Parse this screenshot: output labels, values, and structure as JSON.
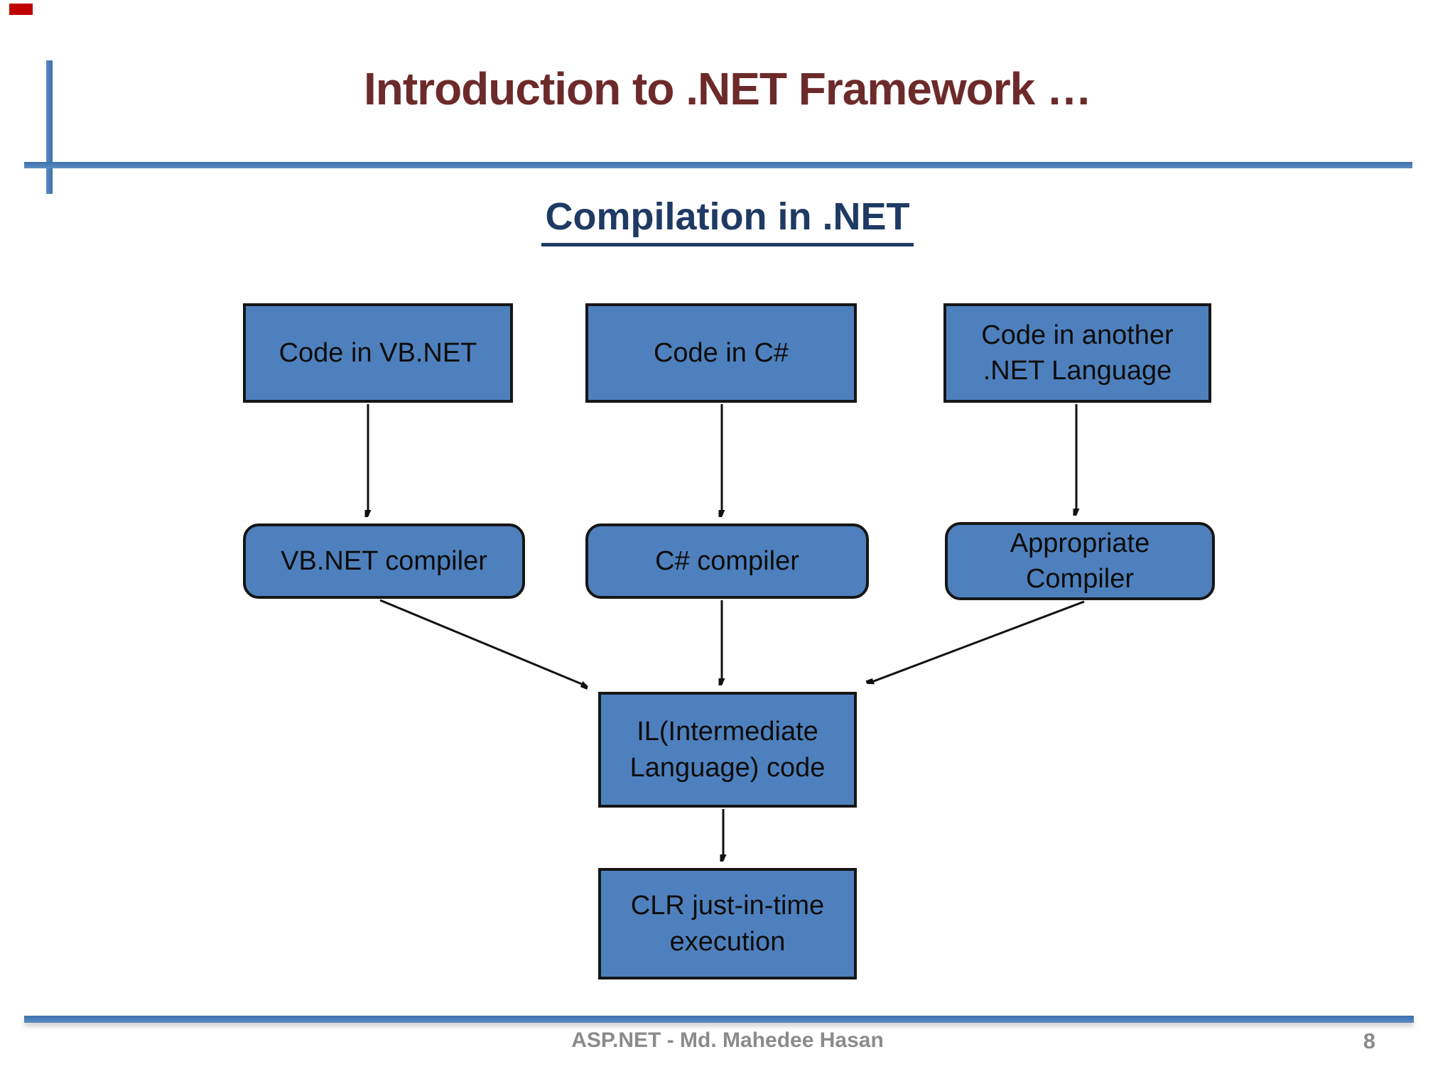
{
  "slide": {
    "title": "Introduction to .NET Framework …",
    "subtitle": "Compilation in .NET",
    "footer_text": "ASP.NET - Md. Mahedee Hasan",
    "page_number": "8",
    "colors": {
      "accent_blue": "#4a7db8",
      "node_fill": "#4e80bd",
      "node_border": "#161616",
      "title_maroon": "#6d2a2a",
      "subtitle_navy": "#1f3a63",
      "footer_gray": "#8b8b8b",
      "corner_marker_red": "#c00000"
    }
  },
  "diagram": {
    "nodes": {
      "code_vbnet": {
        "label": "Code in VB.NET"
      },
      "code_csharp": {
        "label": "Code in C#"
      },
      "code_other": {
        "line1": "Code in another",
        "line2": ".NET Language"
      },
      "vbnet_compiler": {
        "label": "VB.NET compiler"
      },
      "csharp_compiler": {
        "label": "C# compiler"
      },
      "appropriate_compiler": {
        "line1": "Appropriate",
        "line2": "Compiler"
      },
      "il_code": {
        "line1": "IL(Intermediate",
        "line2": "Language) code"
      },
      "clr_execution": {
        "line1": "CLR just-in-time",
        "line2": "execution"
      }
    },
    "edges": [
      {
        "from": "code_vbnet",
        "to": "vbnet_compiler"
      },
      {
        "from": "code_csharp",
        "to": "csharp_compiler"
      },
      {
        "from": "code_other",
        "to": "appropriate_compiler"
      },
      {
        "from": "vbnet_compiler",
        "to": "il_code"
      },
      {
        "from": "csharp_compiler",
        "to": "il_code"
      },
      {
        "from": "appropriate_compiler",
        "to": "il_code"
      },
      {
        "from": "il_code",
        "to": "clr_execution"
      }
    ]
  }
}
